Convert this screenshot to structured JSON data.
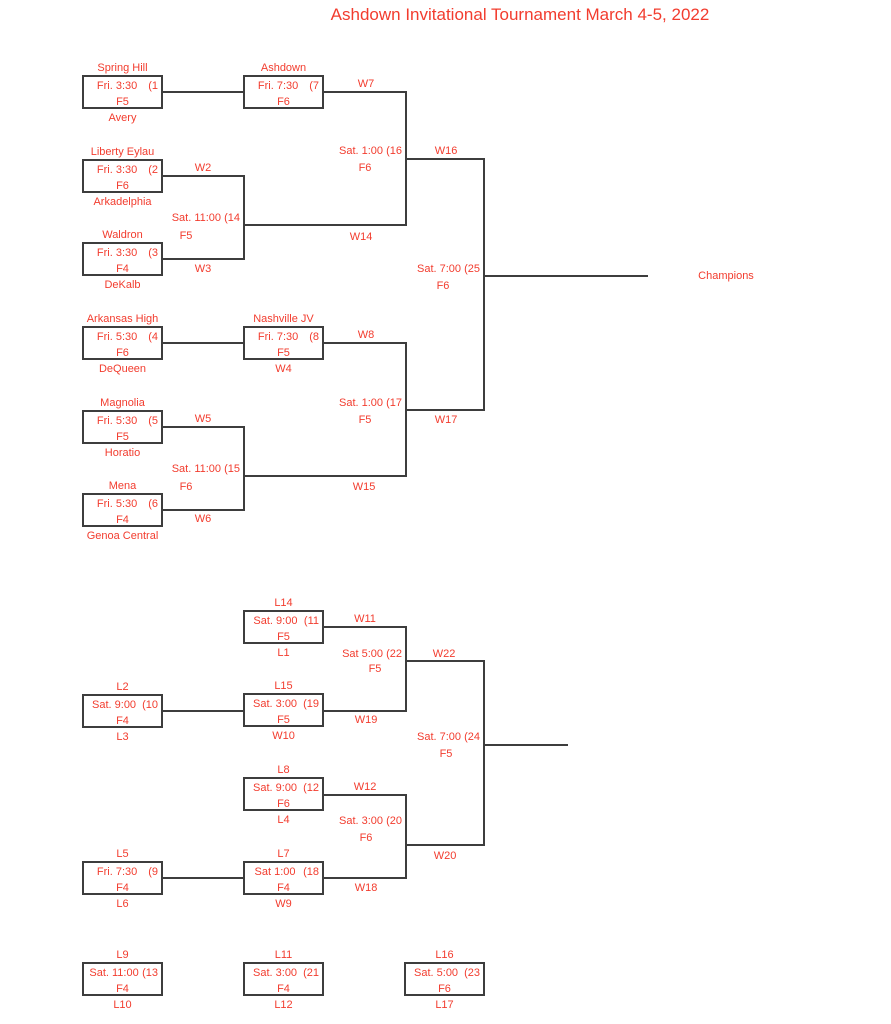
{
  "title": "Ashdown Invitational Tournament March 4-5, 2022",
  "champions_label": "Champions",
  "colors": {
    "text_red": "#f23c2e",
    "line_gray": "#3d3d3d"
  },
  "games": {
    "g1": {
      "team_top": "Spring Hill",
      "time": "Fri. 3:30",
      "num": "(1",
      "field": "F5",
      "team_bottom": "Avery"
    },
    "g2": {
      "team_top": "Liberty Eylau",
      "time": "Fri. 3:30",
      "num": "(2",
      "field": "F6",
      "team_bottom": "Arkadelphia"
    },
    "g3": {
      "team_top": "Waldron",
      "time": "Fri. 3:30",
      "num": "(3",
      "field": "F4",
      "team_bottom": "DeKalb"
    },
    "g4": {
      "team_top": "Arkansas High",
      "time": "Fri. 5:30",
      "num": "(4",
      "field": "F6",
      "team_bottom": "DeQueen"
    },
    "g5": {
      "team_top": "Magnolia",
      "time": "Fri. 5:30",
      "num": "(5",
      "field": "F5",
      "team_bottom": "Horatio"
    },
    "g6": {
      "team_top": "Mena",
      "time": "Fri. 5:30",
      "num": "(6",
      "field": "F4",
      "team_bottom": "Genoa Central"
    },
    "g7": {
      "team_top": "Ashdown",
      "time": "Fri. 7:30",
      "num": "(7",
      "field": "F6"
    },
    "g8": {
      "team_top": "Nashville JV",
      "time": "Fri. 7:30",
      "num": "(8",
      "field": "F5",
      "team_bottom": "W4"
    },
    "g9": {
      "team_top": "L5",
      "time": "Fri. 7:30",
      "num": "(9",
      "field": "F4",
      "team_bottom": "L6"
    },
    "g10": {
      "team_top": "L2",
      "time": "Sat. 9:00",
      "num": "(10",
      "field": "F4",
      "team_bottom": "L3"
    },
    "g11": {
      "team_top": "L14",
      "time": "Sat. 9:00",
      "num": "(11",
      "field": "F5",
      "team_bottom": "L1"
    },
    "g12": {
      "team_top": "L8",
      "time": "Sat. 9:00",
      "num": "(12",
      "field": "F6",
      "team_bottom": "L4"
    },
    "g13": {
      "team_top": "L9",
      "time": "Sat. 11:00",
      "num": "(13",
      "field": "F4",
      "team_bottom": "L10"
    },
    "g18": {
      "team_top": "L7",
      "time": "Sat 1:00",
      "num": "(18",
      "field": "F4",
      "team_bottom": "W9"
    },
    "g19": {
      "team_top": "L15",
      "time": "Sat. 3:00",
      "num": "(19",
      "field": "F5",
      "team_bottom": "W10"
    },
    "g21": {
      "team_top": "L11",
      "time": "Sat. 3:00",
      "num": "(21",
      "field": "F4",
      "team_bottom": "L12"
    },
    "g23": {
      "team_top": "L16",
      "time": "Sat. 5:00",
      "num": "(23",
      "field": "F6",
      "team_bottom": "L17"
    }
  },
  "junctions": {
    "g14": {
      "label": "Sat. 11:00 (14",
      "field": "F5",
      "winner": "W14"
    },
    "g15": {
      "label": "Sat. 11:00 (15",
      "field": "F6",
      "winner": "W15"
    },
    "g16": {
      "label": "Sat. 1:00  (16",
      "field": "F6",
      "winner": "W16"
    },
    "g17": {
      "label": "Sat. 1:00  (17",
      "field": "F5",
      "winner": "W17"
    },
    "g20": {
      "label": "Sat. 3:00 (20",
      "field": "F6",
      "winner": "W20"
    },
    "g22": {
      "label": "Sat 5:00 (22",
      "field": "F5",
      "winner": "W22"
    },
    "g24": {
      "label": "Sat. 7:00  (24",
      "field": "F5"
    },
    "g25": {
      "label": "Sat. 7:00 (25",
      "field": "F6"
    }
  },
  "wire_labels": {
    "w2": "W2",
    "w3": "W3",
    "w5": "W5",
    "w6": "W6",
    "w7": "W7",
    "w8": "W8",
    "w11": "W11",
    "w12": "W12",
    "w18": "W18",
    "w19": "W19"
  }
}
